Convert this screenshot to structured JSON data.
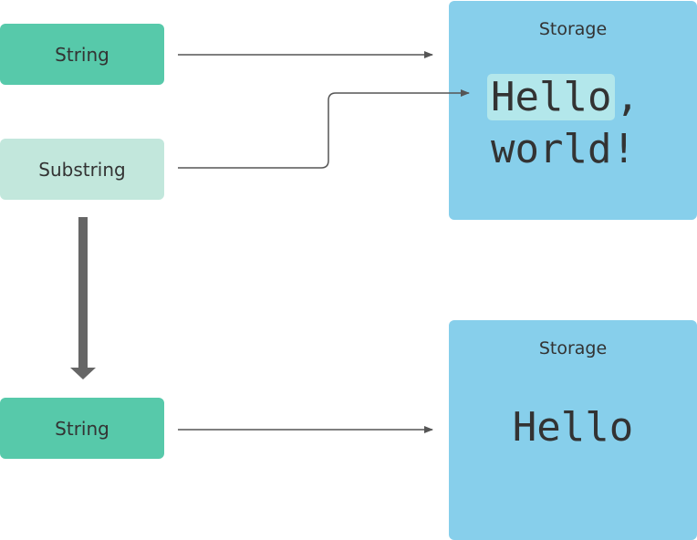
{
  "nodes": {
    "string_top": "String",
    "substring": "Substring",
    "string_bottom": "String"
  },
  "storage_top": {
    "title": "Storage",
    "highlighted": "Hello",
    "rest_line1": ",",
    "line2": "world!"
  },
  "storage_bottom": {
    "title": "Storage",
    "text": "Hello"
  },
  "colors": {
    "string": "#57C9AA",
    "substring": "#C2E7DC",
    "storage": "#87CFEB",
    "highlight": "#B3E7EB",
    "arrow": "#555555"
  }
}
